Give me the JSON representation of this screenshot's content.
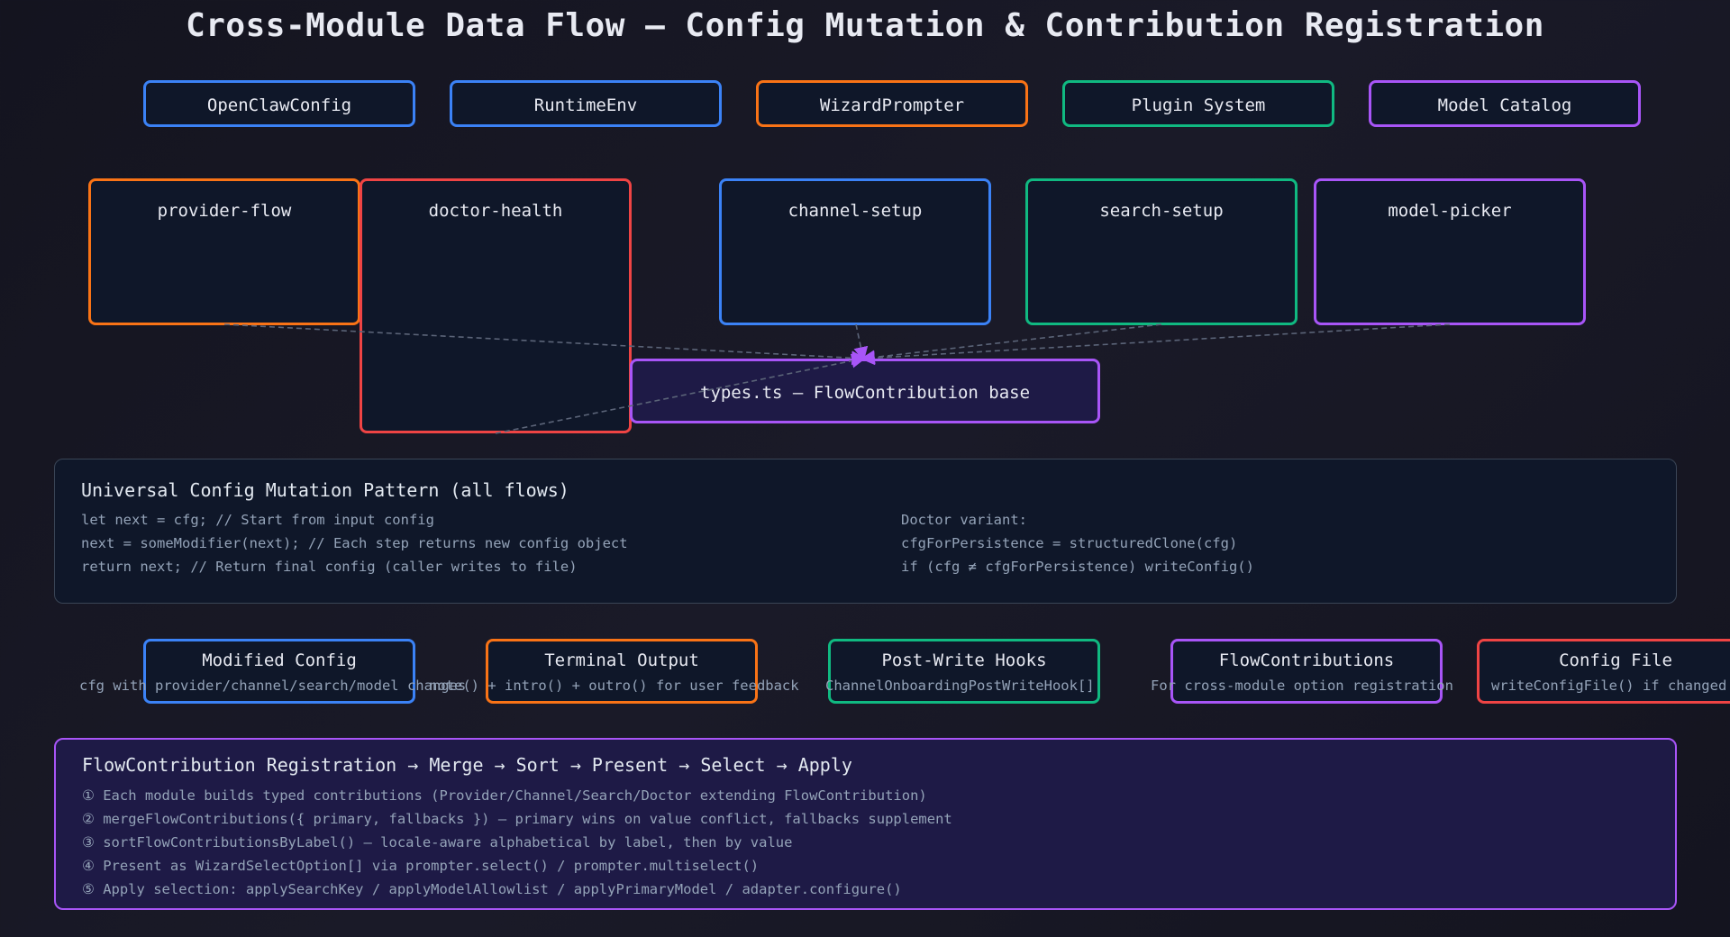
{
  "title": "Cross-Module Data Flow — Config Mutation & Contribution Registration",
  "inputs": [
    {
      "label": "OpenClawConfig",
      "color": "#3b82f6"
    },
    {
      "label": "RuntimeEnv",
      "color": "#3b82f6"
    },
    {
      "label": "WizardPrompter",
      "color": "#f97316"
    },
    {
      "label": "Plugin System",
      "color": "#10b981"
    },
    {
      "label": "Model Catalog",
      "color": "#a855f7"
    }
  ],
  "modules": [
    {
      "label": "provider-flow",
      "color": "#f97316"
    },
    {
      "label": "doctor-health",
      "color": "#ef4444"
    },
    {
      "label": "channel-setup",
      "color": "#3b82f6"
    },
    {
      "label": "search-setup",
      "color": "#10b981"
    },
    {
      "label": "model-picker",
      "color": "#a855f7"
    }
  ],
  "types_box": {
    "label": "types.ts — FlowContribution base",
    "color": "#a855f7"
  },
  "pattern": {
    "title": "Universal Config Mutation Pattern (all flows)",
    "left_lines": [
      "let next = cfg; // Start from input config",
      "next = someModifier(next); // Each step returns new config object",
      "return next; // Return final config (caller writes to file)"
    ],
    "right_lines": [
      "Doctor variant:",
      "cfgForPersistence = structuredClone(cfg)",
      "if (cfg ≠ cfgForPersistence) writeConfig()"
    ]
  },
  "outputs": [
    {
      "label": "Modified Config",
      "sub": "cfg with provider/channel/search/model changes",
      "color": "#3b82f6"
    },
    {
      "label": "Terminal Output",
      "sub": "note() + intro() + outro() for user feedback",
      "color": "#f97316"
    },
    {
      "label": "Post-Write Hooks",
      "sub": "ChannelOnboardingPostWriteHook[]",
      "color": "#10b981"
    },
    {
      "label": "FlowContributions",
      "sub": "For cross-module option registration",
      "color": "#a855f7"
    },
    {
      "label": "Config File",
      "sub": "writeConfigFile() if changed",
      "color": "#ef4444"
    }
  ],
  "registration": {
    "title": "FlowContribution Registration → Merge → Sort → Present → Select → Apply",
    "lines": [
      "① Each module builds typed contributions (Provider/Channel/Search/Doctor extending FlowContribution)",
      "② mergeFlowContributions({ primary, fallbacks }) — primary wins on value conflict, fallbacks supplement",
      "③ sortFlowContributionsByLabel() — locale-aware alphabetical by label, then by value",
      "④ Present as WizardSelectOption[] via prompter.select() / prompter.multiselect()",
      "⑤ Apply selection: applySearchKey / applyModelAllowlist / applyPrimaryModel / adapter.configure()"
    ]
  },
  "colors": {
    "edge": "#5b6478",
    "arrow": "#a855f7"
  }
}
